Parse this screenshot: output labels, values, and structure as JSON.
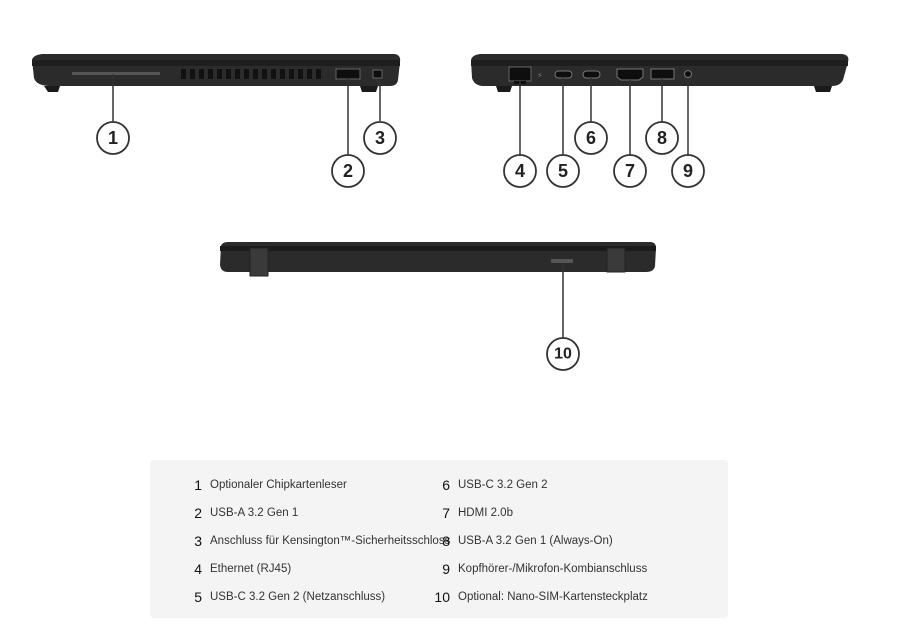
{
  "callouts": [
    "1",
    "2",
    "3",
    "4",
    "5",
    "6",
    "7",
    "8",
    "9",
    "10"
  ],
  "legend": {
    "left": [
      {
        "num": "1",
        "text": "Optionaler Chipkartenleser"
      },
      {
        "num": "2",
        "text": "USB-A 3.2 Gen 1"
      },
      {
        "num": "3",
        "text": "Anschluss für Kensington™-Sicherheitsschloss"
      },
      {
        "num": "4",
        "text": "Ethernet (RJ45)"
      },
      {
        "num": "5",
        "text": "USB-C 3.2 Gen 2 (Netzanschluss)"
      }
    ],
    "right": [
      {
        "num": "6",
        "text": "USB-C 3.2 Gen 2"
      },
      {
        "num": "7",
        "text": "HDMI 2.0b"
      },
      {
        "num": "8",
        "text": "USB-A 3.2 Gen 1 (Always-On)"
      },
      {
        "num": "9",
        "text": "Kopfhörer-/Mikrofon-Kombianschluss"
      },
      {
        "num": "10",
        "text": "Optional: Nano-SIM-Kartensteckplatz"
      }
    ]
  },
  "colors": {
    "laptop_body": "#2b2b2b",
    "laptop_edge": "#1a1a1a",
    "callout_stroke": "#333333",
    "legend_bg": "#f4f4f4"
  }
}
